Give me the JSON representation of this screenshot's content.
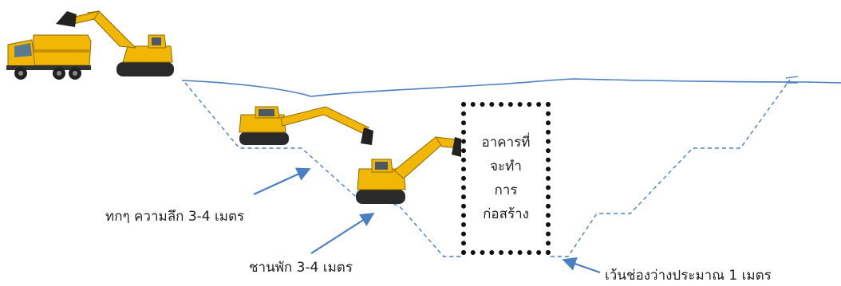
{
  "annotations": {
    "step_depth": "ทกๆ ความลึก 3-4 เมตร",
    "bench_width": "ชานพัก 3-4 เมตร",
    "gap": "เว้นช่องว่างประมาณ 1 เมตร"
  },
  "building": {
    "lines": [
      "อาคารที่",
      "จะทำ",
      "การ",
      "ก่อสร้าง"
    ]
  },
  "colors": {
    "ground_line": "#4a7fc1",
    "arrow": "#4a7fc1",
    "machine_yellow": "#f2b705",
    "machine_dark": "#2a2a2a"
  },
  "icons": [
    "dump-truck-icon",
    "excavator-icon"
  ]
}
